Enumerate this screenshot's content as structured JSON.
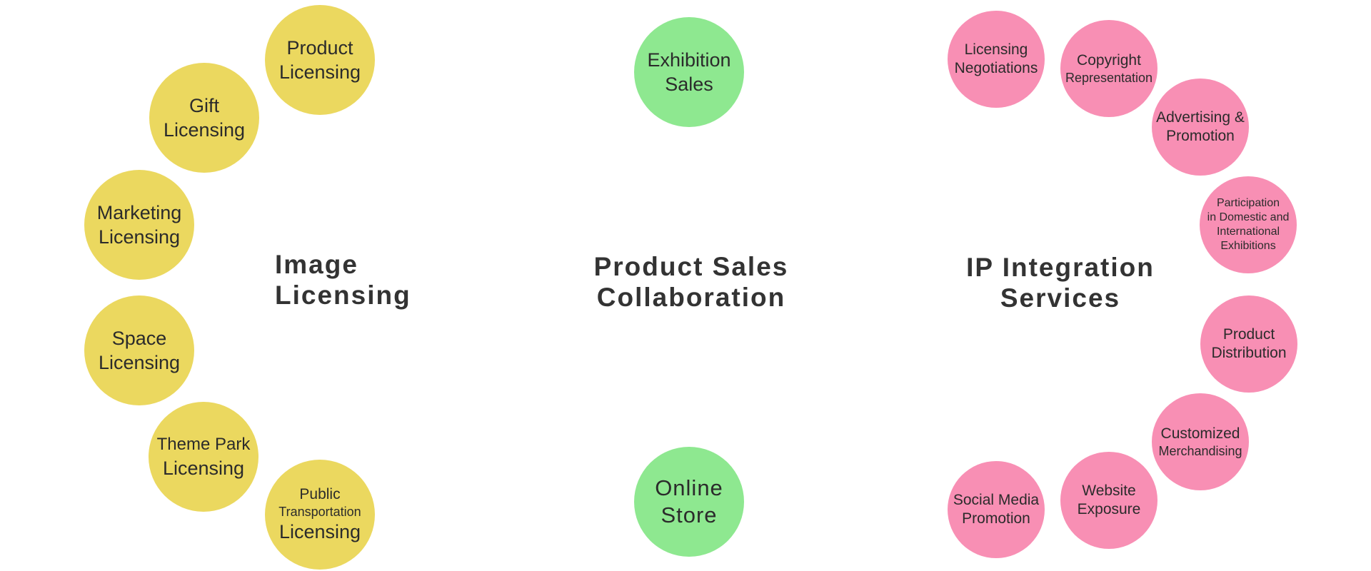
{
  "colors": {
    "image_licensing": "#ebd85f",
    "product_sales": "#8ee890",
    "ip_integration": "#f88fb4",
    "text": "#2b2b2b"
  },
  "image_licensing": {
    "title_line1": "Image",
    "title_line2": "Licensing",
    "items": [
      [
        "Product",
        "Licensing"
      ],
      [
        "Gift",
        "Licensing"
      ],
      [
        "Marketing",
        "Licensing"
      ],
      [
        "Space",
        "Licensing"
      ],
      [
        "Theme Park",
        "Licensing"
      ],
      [
        "Public",
        "Transportation",
        "Licensing"
      ]
    ]
  },
  "product_sales": {
    "title_line1": "Product Sales",
    "title_line2": "Collaboration",
    "items": [
      [
        "Exhibition",
        "Sales"
      ],
      [
        "Online",
        "Store"
      ]
    ]
  },
  "ip_integration": {
    "title_line1": "IP Integration",
    "title_line2": "Services",
    "items": [
      [
        "Licensing",
        "Negotiations"
      ],
      [
        "Copyright",
        "Representation"
      ],
      [
        "Advertising &",
        "Promotion"
      ],
      [
        "Participation",
        "in Domestic and",
        "International",
        "Exhibitions"
      ],
      [
        "Product",
        "Distribution"
      ],
      [
        "Customized",
        "Merchandising"
      ],
      [
        "Website",
        "Exposure"
      ],
      [
        "Social Media",
        "Promotion"
      ]
    ]
  }
}
